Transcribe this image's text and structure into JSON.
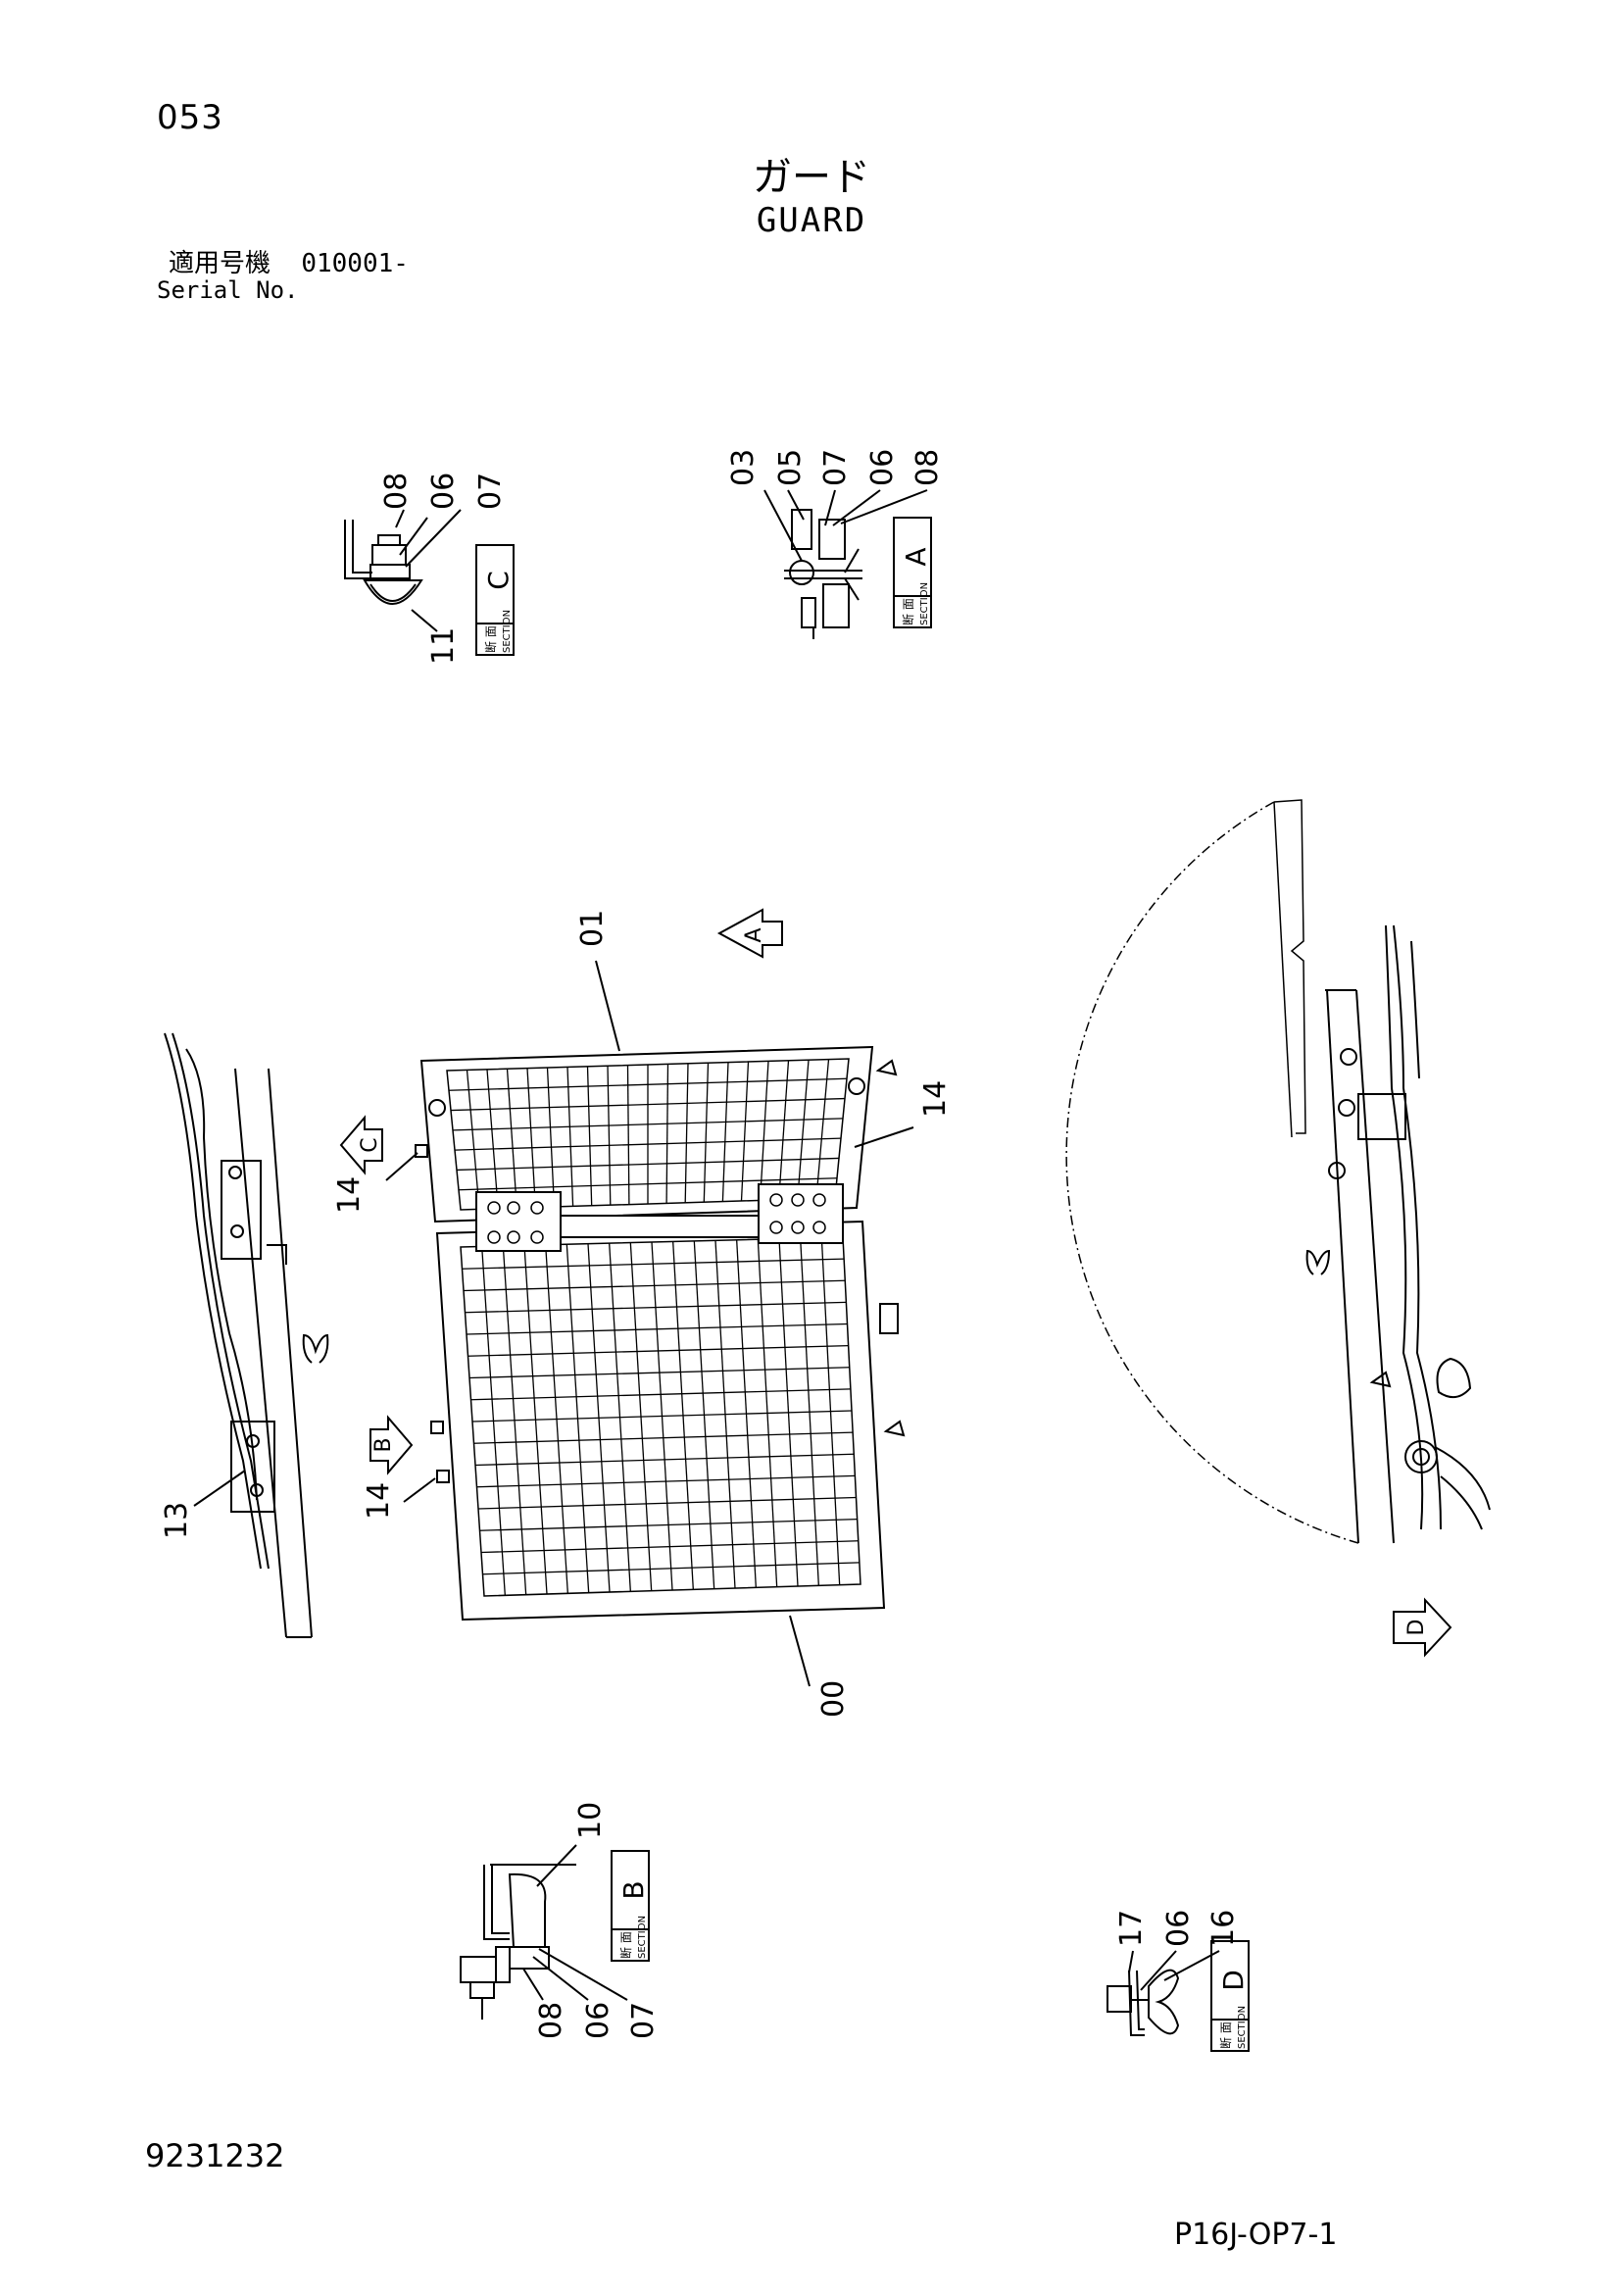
{
  "header": {
    "page_number": "053",
    "title_jp": "ガード",
    "title_en": "GUARD",
    "serial_label_jp": "適用号機",
    "serial_value": "010001-",
    "serial_label_en": "Serial No."
  },
  "footer": {
    "document_number": "9231232",
    "drawing_code": "P16J-OP7-1"
  },
  "section_labels": {
    "jp": "断 面",
    "en": "SECTION"
  },
  "sections": {
    "A": {
      "letter": "A",
      "callouts": [
        "03",
        "05",
        "07",
        "06",
        "08"
      ]
    },
    "B": {
      "letter": "B",
      "callouts": [
        "10",
        "08",
        "06",
        "07"
      ]
    },
    "C": {
      "letter": "C",
      "callouts": [
        "08",
        "06",
        "07",
        "11"
      ]
    },
    "D": {
      "letter": "D",
      "callouts": [
        "17",
        "06",
        "16"
      ]
    }
  },
  "main_callouts": {
    "c01": "01",
    "c00": "00",
    "c13": "13",
    "c14a": "14",
    "c14b": "14",
    "c14c": "14"
  },
  "view_arrows": {
    "A": "A",
    "B": "B",
    "C": "C",
    "D": "D"
  }
}
